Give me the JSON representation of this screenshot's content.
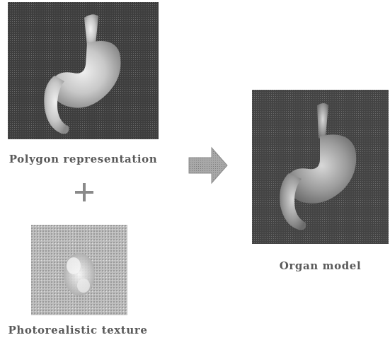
{
  "panels": {
    "polygon": {
      "caption": "Polygon representation",
      "icon": "stomach-polygon-image"
    },
    "texture": {
      "caption": "Photorealistic texture",
      "icon": "stomach-texture-image"
    },
    "organ": {
      "caption": "Organ model",
      "icon": "stomach-organ-model-image"
    }
  },
  "operators": {
    "combine": "plus-sign",
    "result": "right-arrow"
  },
  "colors": {
    "panel_background": "#3c3c3c",
    "organ_light": "#d8d8d8",
    "caption_text": "#5a5a5a"
  }
}
